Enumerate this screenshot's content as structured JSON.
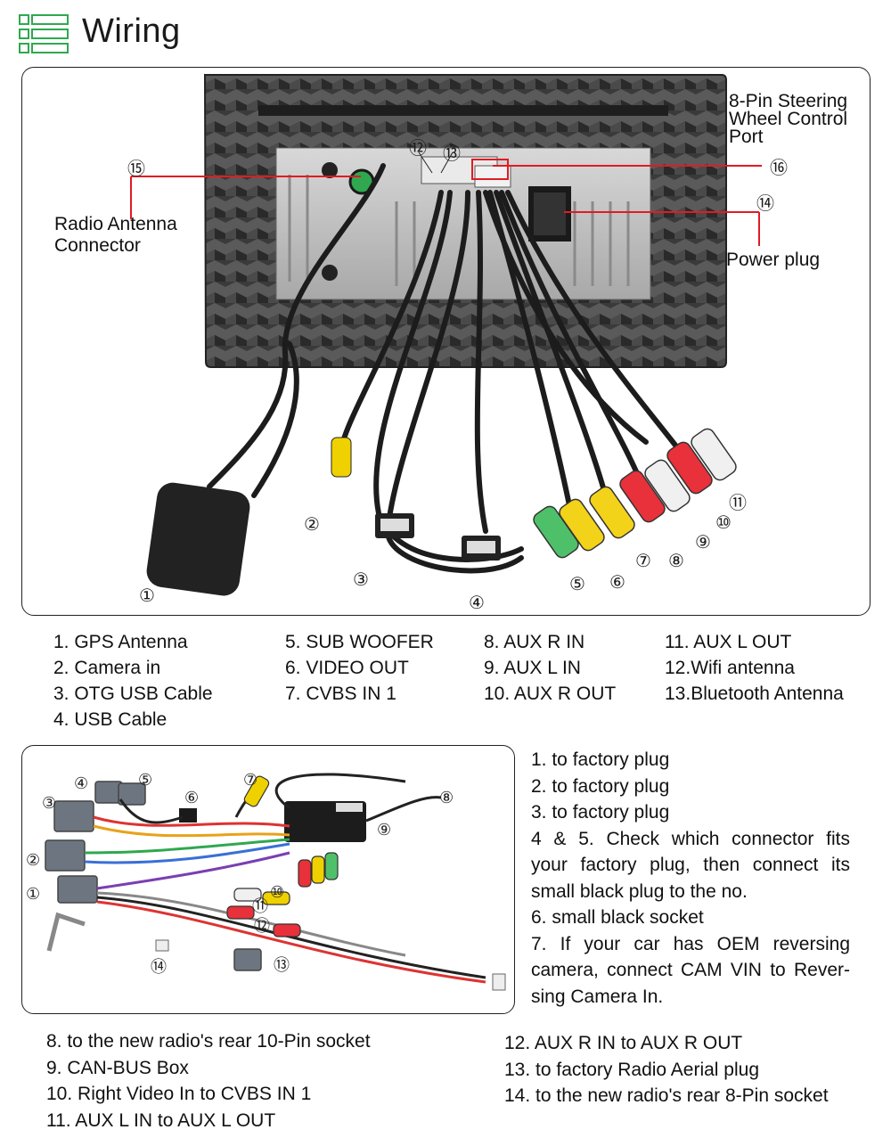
{
  "header": {
    "title": "Wiring",
    "icon": "list-icon"
  },
  "top_diagram": {
    "callouts": {
      "radio_antenna": [
        "Radio Antenna",
        "Connector"
      ],
      "steering": [
        "8-Pin Steering",
        "Wheel Control",
        "Port"
      ],
      "power_plug": "Power plug"
    },
    "numbers": [
      "①",
      "②",
      "③",
      "④",
      "⑤",
      "⑥",
      "⑦",
      "⑧",
      "⑨",
      "⑩",
      "⑪",
      "⑫",
      "⑬",
      "⑭",
      "⑮",
      "⑯"
    ]
  },
  "legend": {
    "col1": [
      "1. GPS Antenna",
      "2. Camera in",
      "3. OTG USB Cable",
      "4. USB Cable"
    ],
    "col2": [
      "5. SUB WOOFER",
      "6. VIDEO OUT",
      "7. CVBS IN 1"
    ],
    "col3": [
      "8. AUX R IN",
      "9. AUX L IN",
      "10. AUX R OUT"
    ],
    "col4": [
      "11. AUX L OUT",
      "12.Wifi antenna",
      "13.Bluetooth Antenna"
    ]
  },
  "instructions": {
    "line1": "1. to factory plug",
    "line2": "2. to factory plug",
    "line3": "3. to factory plug",
    "line4": "4 & 5. Check which connector fits",
    "line5": "your factory plug, then connect its",
    "line6": "small black plug to the no.",
    "line7": "6. small black socket",
    "line8": "7. If your car has OEM reversing",
    "line9": "camera, connect CAM VIN to Rever-",
    "line10": "sing Camera In."
  },
  "bottom_legend": {
    "left": [
      "8. to the new radio's rear 10-Pin socket",
      "9. CAN-BUS Box",
      "10. Right Video In to CVBS IN 1",
      "11. AUX L IN to AUX L OUT"
    ],
    "right": [
      "12. AUX R IN to AUX R OUT",
      "13. to factory Radio Aerial plug",
      "14. to the new radio's rear 8-Pin socket"
    ]
  },
  "colors": {
    "callout_red": "#e01b24",
    "accent_green": "#2fa84f",
    "panel_border": "#222222"
  }
}
